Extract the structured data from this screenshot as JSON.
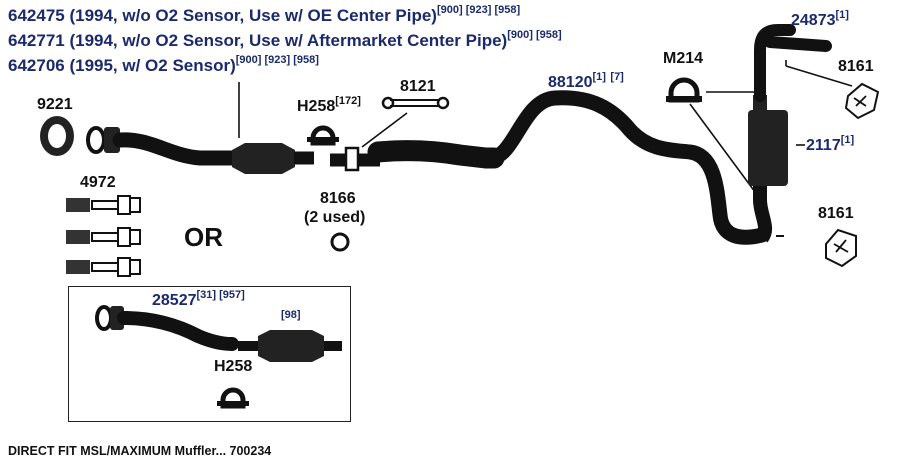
{
  "header": {
    "line1": {
      "part": "642475 (1994, w/o O2 Sensor, Use w/ OE Center Pipe)",
      "notes": "[900] [923] [958]"
    },
    "line2": {
      "part": "642771 (1994, w/o O2 Sensor, Use w/ Aftermarket Center Pipe)",
      "notes": "[900] [958]"
    },
    "line3": {
      "part": "642706 (1995, w/ O2 Sensor)",
      "notes": "[900] [923] [958]"
    }
  },
  "parts": {
    "p9221": "9221",
    "p4972": "4972",
    "h258_top": {
      "label": "H258",
      "note": "[172]"
    },
    "p8121": "8121",
    "p8166": {
      "label": "8166",
      "sub": "(2 used)"
    },
    "p88120": {
      "label": "88120",
      "note1": "[1]",
      "note2": "[7]"
    },
    "m214": "M214",
    "p24873": {
      "label": "24873",
      "note": "[1]"
    },
    "p8161_top": "8161",
    "p2117": {
      "label": "2117",
      "note": "[1]"
    },
    "p8161_bottom": "8161",
    "p28527": {
      "label": "28527",
      "notes": "[31] [957]"
    },
    "inset_note": "[98]",
    "h258_inset": "H258"
  },
  "or_label": "OR",
  "footer": "DIRECT FIT MSL/MAXIMUM Muffler... 700234",
  "colors": {
    "label_blue": "#1b2a6b",
    "part_black": "#111111",
    "background": "#ffffff"
  }
}
